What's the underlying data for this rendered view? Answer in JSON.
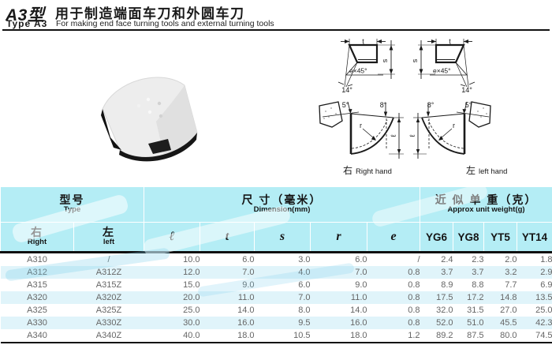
{
  "header": {
    "model_zh": "A3型",
    "model_en": "Type A3",
    "title_zh": "用于制造端面车刀和外圆车刀",
    "subtitle_en": "For making end face turning tools and external turning tools"
  },
  "drawing": {
    "dim_t": "t",
    "dim_s": "s",
    "chamfer": "e×45°",
    "angle_14": "14°",
    "angle_5": "5°",
    "angle_8": "8°",
    "dim_l": "ℓ",
    "dim_r": "r",
    "right_hand_zh": "右",
    "right_hand_en": "Right hand",
    "left_hand_zh": "左",
    "left_hand_en": "left hand"
  },
  "table": {
    "group_type_zh": "型号",
    "group_type_en": "Type",
    "group_dim_zh": "尺 寸（毫米）",
    "group_dim_en": "Dimension(mm)",
    "group_weight_zh": "近 似 单 重（克）",
    "group_weight_en": "Approx unit weight(g)",
    "col_right_zh": "右",
    "col_right_en": "Right",
    "col_left_zh": "左",
    "col_left_en": "left",
    "dim_cols": [
      "ℓ",
      "t",
      "s",
      "r",
      "e"
    ],
    "weight_cols": [
      "YG6",
      "YG8",
      "YT5",
      "YT14"
    ],
    "rows": [
      [
        "A310",
        "/",
        "10.0",
        "6.0",
        "3.0",
        "6.0",
        "/",
        "2.4",
        "2.3",
        "2.0",
        "1.8"
      ],
      [
        "A312",
        "A312Z",
        "12.0",
        "7.0",
        "4.0",
        "7.0",
        "0.8",
        "3.7",
        "3.7",
        "3.2",
        "2.9"
      ],
      [
        "A315",
        "A315Z",
        "15.0",
        "9.0",
        "6.0",
        "9.0",
        "0.8",
        "8.9",
        "8.8",
        "7.7",
        "6.9"
      ],
      [
        "A320",
        "A320Z",
        "20.0",
        "11.0",
        "7.0",
        "11.0",
        "0.8",
        "17.5",
        "17.2",
        "14.8",
        "13.5"
      ],
      [
        "A325",
        "A325Z",
        "25.0",
        "14.0",
        "8.0",
        "14.0",
        "0.8",
        "32.0",
        "31.5",
        "27.0",
        "25.0"
      ],
      [
        "A330",
        "A330Z",
        "30.0",
        "16.0",
        "9.5",
        "16.0",
        "0.8",
        "52.0",
        "51.0",
        "45.5",
        "42.3"
      ],
      [
        "A340",
        "A340Z",
        "40.0",
        "18.0",
        "10.5",
        "18.0",
        "1.2",
        "89.2",
        "87.5",
        "80.0",
        "74.5"
      ]
    ]
  },
  "colors": {
    "header_bg": "#b4edf5",
    "stripe_bg": "#e0f4fa",
    "line": "#111111"
  }
}
